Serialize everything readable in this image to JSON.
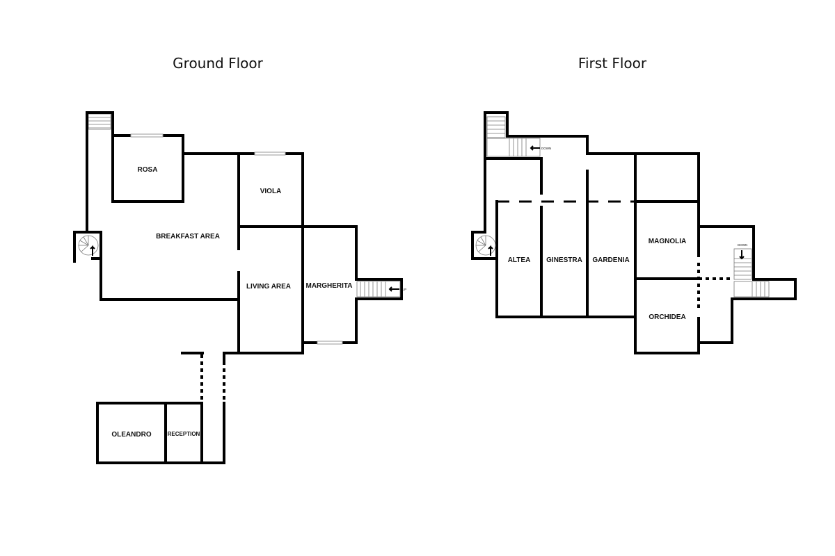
{
  "floors": {
    "ground": {
      "title": "Ground Floor",
      "rooms": {
        "rosa": "ROSA",
        "viola": "VIOLA",
        "breakfast_area": "BREAKFAST AREA",
        "living_area": "LIVING AREA",
        "margherita": "MARGHERITA",
        "oleandro": "OLEANDRO",
        "reception": "RECEPTION"
      },
      "stair_label": "UP"
    },
    "first": {
      "title": "First Floor",
      "rooms": {
        "altea": "ALTEA",
        "ginestra": "GINESTRA",
        "gardenia": "GARDENIA",
        "magnolia": "MAGNOLIA",
        "orchidea": "ORCHIDEA"
      },
      "stair_label_left": "DOWN",
      "stair_label_right": "DOWN"
    }
  },
  "colors": {
    "wall": "#000000",
    "window": "#9a9a9a",
    "background": "#ffffff"
  }
}
